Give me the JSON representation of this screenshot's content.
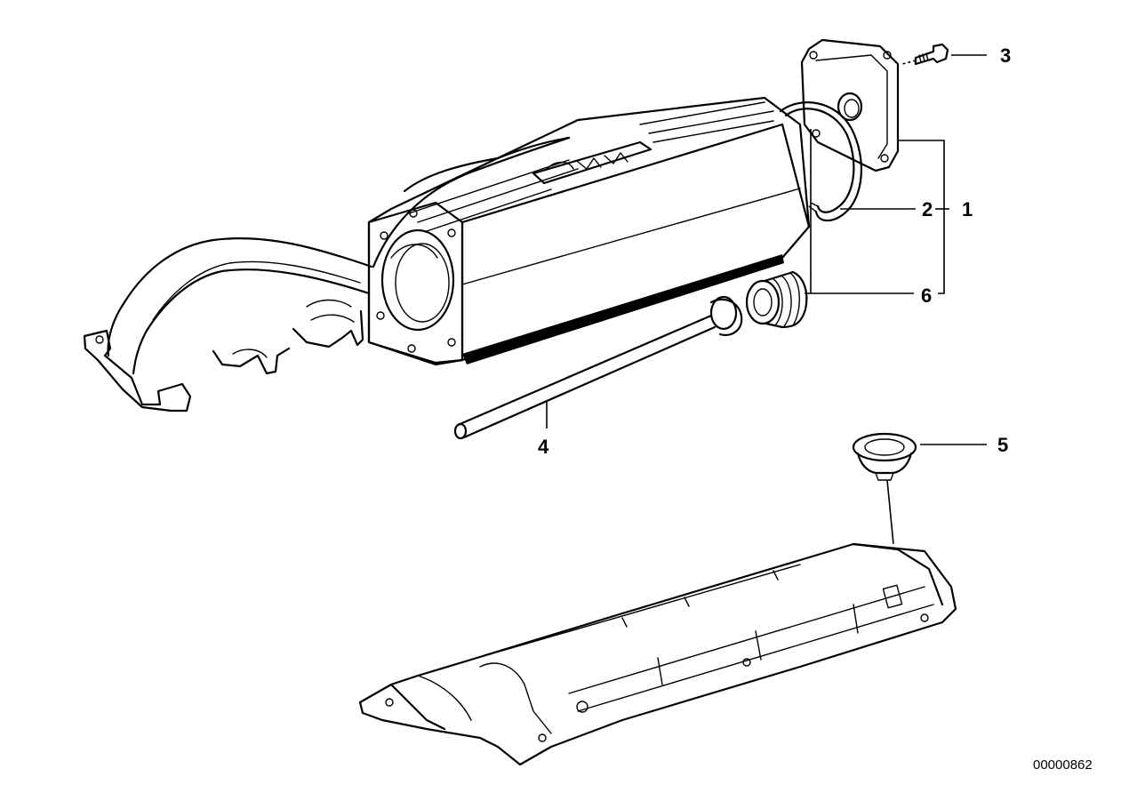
{
  "diagram": {
    "callouts": [
      {
        "id": "1",
        "label": "1"
      },
      {
        "id": "2",
        "label": "2"
      },
      {
        "id": "3",
        "label": "3"
      },
      {
        "id": "4",
        "label": "4"
      },
      {
        "id": "5",
        "label": "5"
      },
      {
        "id": "6",
        "label": "6"
      }
    ],
    "reference_number": "00000862",
    "colors": {
      "ink": "#000000",
      "background": "#ffffff"
    }
  }
}
